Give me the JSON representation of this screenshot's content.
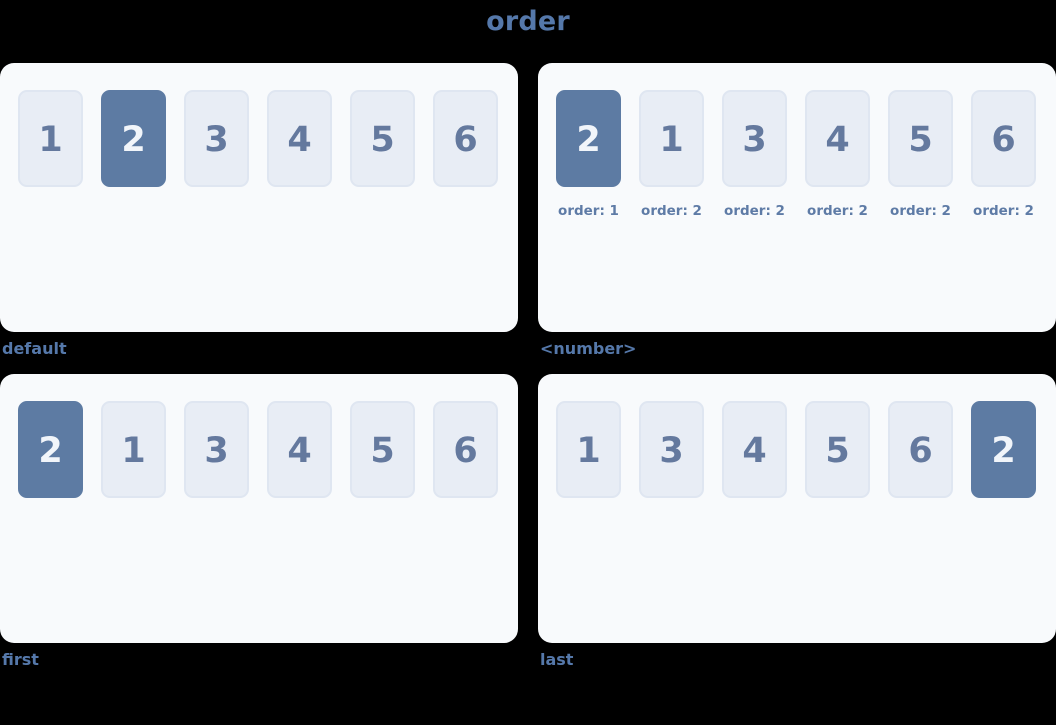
{
  "title": "order",
  "colors": {
    "page_background": "#000000",
    "panel_background": "#f8fafc",
    "box_fill": "#e8edf5",
    "box_border": "#dfe6f1",
    "box_number_text": "#64799e",
    "highlight_fill": "#5d7ba3",
    "highlight_text": "#f1f5fa",
    "heading_text": "#5578aa",
    "order_label_text": "#5e7ba6"
  },
  "panels": [
    {
      "caption": "default",
      "items": [
        {
          "value": "1",
          "highlighted": false
        },
        {
          "value": "2",
          "highlighted": true
        },
        {
          "value": "3",
          "highlighted": false
        },
        {
          "value": "4",
          "highlighted": false
        },
        {
          "value": "5",
          "highlighted": false
        },
        {
          "value": "6",
          "highlighted": false
        }
      ]
    },
    {
      "caption": "<number>",
      "items": [
        {
          "value": "2",
          "highlighted": true,
          "label": "order: 1"
        },
        {
          "value": "1",
          "highlighted": false,
          "label": "order: 2"
        },
        {
          "value": "3",
          "highlighted": false,
          "label": "order: 2"
        },
        {
          "value": "4",
          "highlighted": false,
          "label": "order: 2"
        },
        {
          "value": "5",
          "highlighted": false,
          "label": "order: 2"
        },
        {
          "value": "6",
          "highlighted": false,
          "label": "order: 2"
        }
      ]
    },
    {
      "caption": "first",
      "items": [
        {
          "value": "2",
          "highlighted": true
        },
        {
          "value": "1",
          "highlighted": false
        },
        {
          "value": "3",
          "highlighted": false
        },
        {
          "value": "4",
          "highlighted": false
        },
        {
          "value": "5",
          "highlighted": false
        },
        {
          "value": "6",
          "highlighted": false
        }
      ]
    },
    {
      "caption": "last",
      "items": [
        {
          "value": "1",
          "highlighted": false
        },
        {
          "value": "3",
          "highlighted": false
        },
        {
          "value": "4",
          "highlighted": false
        },
        {
          "value": "5",
          "highlighted": false
        },
        {
          "value": "6",
          "highlighted": false
        },
        {
          "value": "2",
          "highlighted": true
        }
      ]
    }
  ]
}
